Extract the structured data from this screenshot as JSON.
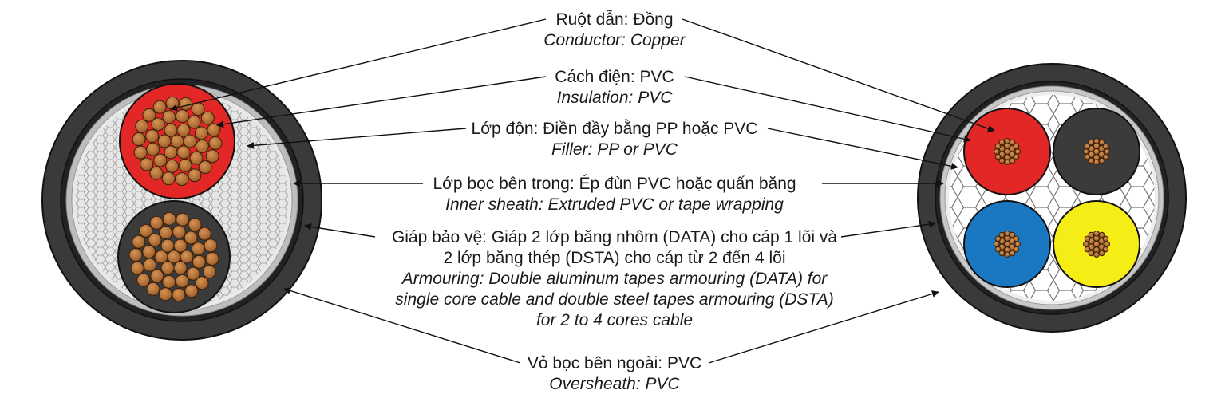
{
  "labels": [
    {
      "vi": "Ruột dẫn: Đồng",
      "en": "Conductor: Copper"
    },
    {
      "vi": "Cách điện: PVC",
      "en": "Insulation: PVC"
    },
    {
      "vi": "Lớp độn: Điền đầy bằng PP hoặc PVC",
      "en": "Filler: PP or PVC"
    },
    {
      "vi": "Lớp bọc bên trong: Ép đùn PVC hoặc quấn băng",
      "en": "Inner sheath: Extruded PVC or tape wrapping"
    },
    {
      "vi1": "Giáp bảo vệ: Giáp 2 lớp băng nhôm (DATA) cho cáp 1 lõi và",
      "vi2": "2 lớp băng thép (DSTA) cho cáp từ 2 đến 4 lõi",
      "en1": "Armouring: Double aluminum tapes armouring (DATA) for",
      "en2": "single core cable and double steel tapes armouring (DSTA)",
      "en3": "for 2 to 4 cores cable"
    },
    {
      "vi": "Vỏ bọc bên ngoài: PVC",
      "en": "Oversheath: PVC"
    }
  ],
  "colors": {
    "oversheath": "#3a3a3a",
    "armour": "#c8c8c8",
    "inner_sheath": "#2b2b2b",
    "filler": "#e2e2e2",
    "copper": "#b8733a",
    "insulation_red": "#e32726",
    "insulation_black": "#3b3b3b",
    "insulation_blue": "#1a77c2",
    "insulation_yellow": "#f6ec16"
  }
}
